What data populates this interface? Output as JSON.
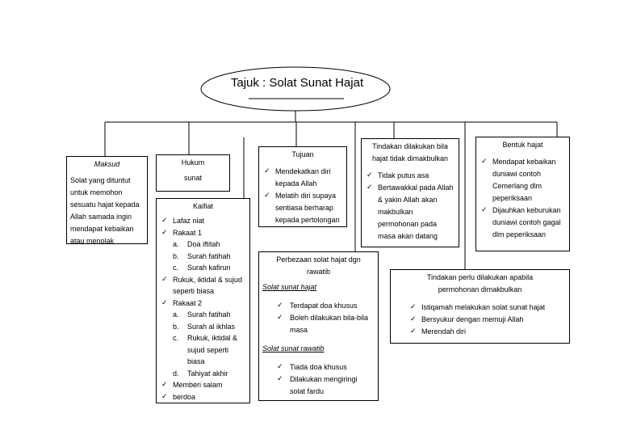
{
  "title": "Tajuk : Solat Sunat Hajat",
  "maksud": {
    "heading": "Maksud",
    "text": "Solat yang dituntut untuk memohon sesuatu hajat kepada Allah samada ingin mendapat kebaikan atau menolak"
  },
  "hukum": {
    "heading": "Hukum",
    "value": "sunat"
  },
  "kaifiat": {
    "heading": "Kaifiat",
    "items": [
      {
        "mark": "check",
        "text": "Lafaz niat"
      },
      {
        "mark": "check",
        "text": "Rakaat 1"
      },
      {
        "mark": "a.",
        "text": "Doa iftitah",
        "sub": true
      },
      {
        "mark": "b.",
        "text": "Surah fatihah",
        "sub": true
      },
      {
        "mark": "c.",
        "text": "Surah kafirun",
        "sub": true
      },
      {
        "mark": "check",
        "text": "Rukuk, iktidal & sujud seperti biasa"
      },
      {
        "mark": "check",
        "text": "Rakaat 2"
      },
      {
        "mark": "a.",
        "text": "Surah fatihah",
        "sub": true
      },
      {
        "mark": "b.",
        "text": "Surah al ikhlas",
        "sub": true
      },
      {
        "mark": "c.",
        "text": "Rukuk, iktidal & sujud seperti biasa",
        "sub": true
      },
      {
        "mark": "d.",
        "text": "Tahiyat akhir",
        "sub": true
      },
      {
        "mark": "check",
        "text": "Memberi salam"
      },
      {
        "mark": "check",
        "text": "berdoa"
      }
    ]
  },
  "tujuan": {
    "heading": "Tujuan",
    "items": [
      "Mendekatkan diri kepada Allah",
      "Melatih diri supaya sentiasa berharap kepada pertolongan"
    ]
  },
  "tidak_dimakbulkan": {
    "heading": "Tindakan dilakukan bila hajat tidak dimakbulkan",
    "items": [
      "Tidak putus asa",
      "Bertawakkal pada Allah & yakin Allah akan makbulkan permohonan pada masa akan datang"
    ]
  },
  "bentuk": {
    "heading": "Bentuk hajat",
    "items": [
      "Mendapat kebaikan duniawi contoh Cemerlang dlm peperiksaan",
      "Dijauhkan keburukan duniawi contoh gagal dlm peperiksaan"
    ]
  },
  "perbezaan": {
    "heading": "Perbezaan solat hajat dgn rawatib",
    "sub1": "Solat sunat hajat",
    "items1": [
      "Terdapat doa khusus",
      "Boleh dilakukan bila-bila masa"
    ],
    "sub2": "Solat sunat rawatib",
    "items2": [
      "Tiada doa khusus",
      "Dilakukan mengiringi solat fardu"
    ]
  },
  "dimakbulkan": {
    "heading": "Tindakan perlu dilakukan apabila permohonan dimakbulkan",
    "items": [
      "Istiqamah melakukan solat sunat hajat",
      "Bersyukur dengan memuji Allah",
      "Merendah diri"
    ]
  }
}
